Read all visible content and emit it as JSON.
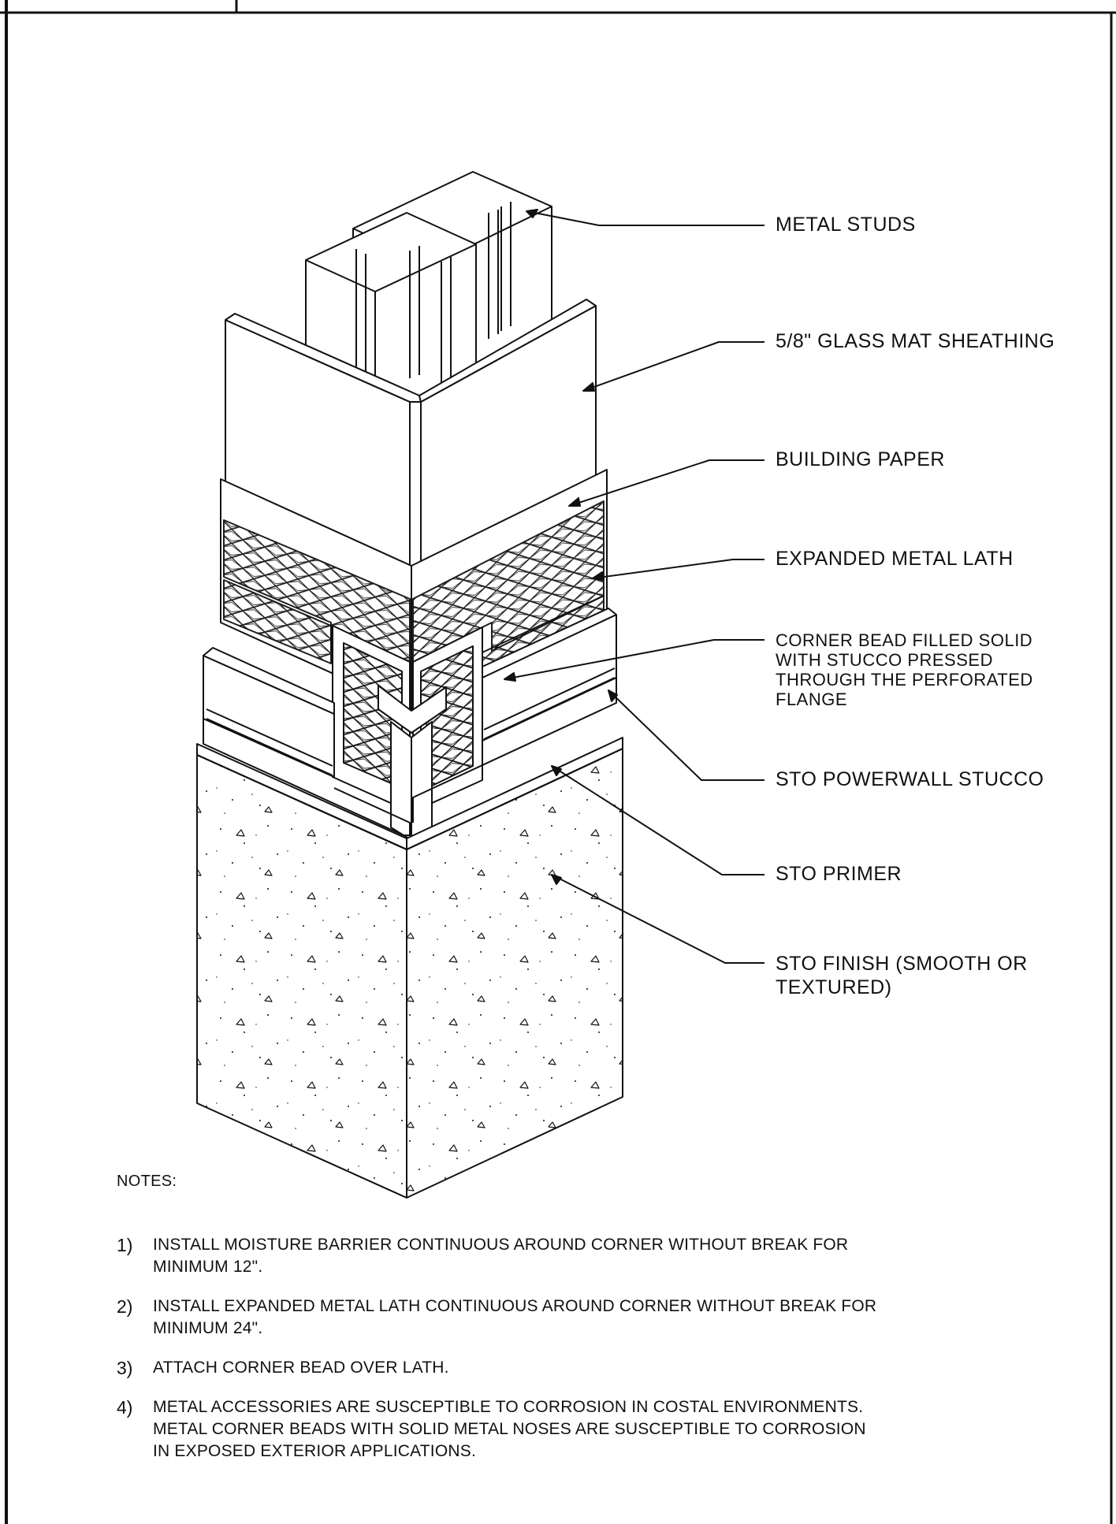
{
  "callouts": [
    {
      "id": "metal-studs",
      "text": "METAL  STUDS"
    },
    {
      "id": "sheathing",
      "text": "5/8\"  GLASS  MAT  SHEATHING"
    },
    {
      "id": "building-paper",
      "text": "BUILDING  PAPER"
    },
    {
      "id": "metal-lath",
      "text": "EXPANDED  METAL  LATH"
    },
    {
      "id": "corner-bead",
      "text": "CORNER BEAD FILLED SOLID\nWITH STUCCO PRESSED\nTHROUGH  THE  PERFORATED\nFLANGE"
    },
    {
      "id": "stucco",
      "text": "STO  POWERWALL  STUCCO"
    },
    {
      "id": "primer",
      "text": "STO  PRIMER"
    },
    {
      "id": "finish",
      "text": "STO  FINISH  (SMOOTH  OR\nTEXTURED)"
    }
  ],
  "notes": {
    "heading": "NOTES:",
    "items": [
      {
        "num": "1)",
        "text": "INSTALL MOISTURE BARRIER CONTINUOUS AROUND CORNER WITHOUT BREAK FOR\nMINIMUM  12\"."
      },
      {
        "num": "2)",
        "text": "INSTALL EXPANDED METAL LATH CONTINUOUS AROUND CORNER WITHOUT BREAK FOR\nMINIMUM  24\"."
      },
      {
        "num": "3)",
        "text": "ATTACH CORNER BEAD OVER LATH."
      },
      {
        "num": "4)",
        "text": "METAL ACCESSORIES ARE SUSCEPTIBLE TO CORROSION IN COSTAL ENVIRONMENTS.\nMETAL CORNER BEADS WITH SOLID METAL NOSES ARE SUSCEPTIBLE TO CORROSION\nIN EXPOSED EXTERIOR APPLICATIONS."
      }
    ]
  },
  "colors": {
    "line": "#111111",
    "paper": "#ffffff",
    "face_shade": "#f4f4f4"
  }
}
